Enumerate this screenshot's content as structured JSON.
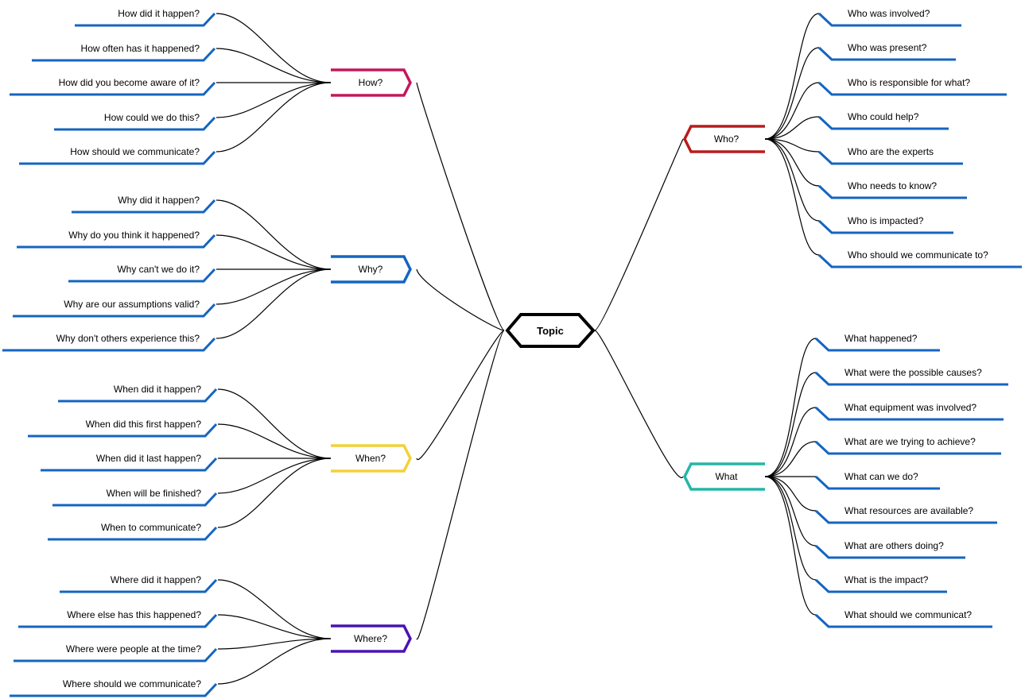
{
  "topic": {
    "label": "Topic"
  },
  "colors": {
    "leaf": "#1565c0",
    "connector": "#000000",
    "topic": "#000000"
  },
  "branches": [
    {
      "id": "how",
      "label": "How?",
      "side": "left",
      "color": "#c2185b",
      "leaves": [
        "How did it happen?",
        "How often has it happened?",
        "How did you become aware of it?",
        "How could we do this?",
        "How should we communicate?"
      ]
    },
    {
      "id": "why",
      "label": "Why?",
      "side": "left",
      "color": "#1565c0",
      "leaves": [
        "Why did it happen?",
        "Why do you think it happened?",
        "Why can't we do it?",
        "Why are our assumptions valid?",
        "Why don't others experience this?"
      ]
    },
    {
      "id": "when",
      "label": "When?",
      "side": "left",
      "color": "#f2d13a",
      "leaves": [
        "When did it happen?",
        "When did this first happen?",
        "When did it last happen?",
        "When will be finished?",
        "When to communicate?"
      ]
    },
    {
      "id": "where",
      "label": "Where?",
      "side": "left",
      "color": "#4a14b0",
      "leaves": [
        "Where did it happen?",
        "Where else has this happened?",
        "Where were people at the time?",
        "Where should we communicate?"
      ]
    },
    {
      "id": "who",
      "label": "Who?",
      "side": "right",
      "color": "#b71c1c",
      "leaves": [
        "Who was involved?",
        "Who was present?",
        "Who is responsible for what?",
        "Who could help?",
        "Who are the experts",
        "Who needs to know?",
        "Who is impacted?",
        "Who should we communicate to?"
      ]
    },
    {
      "id": "what",
      "label": "What",
      "side": "right",
      "color": "#26b5a5",
      "leaves": [
        "What happened?",
        "What were the possible causes?",
        "What equipment was involved?",
        "What are we trying to achieve?",
        "What can we do?",
        "What resources are available?",
        "What are others doing?",
        "What is the impact?",
        "What should we communicat?"
      ]
    }
  ]
}
